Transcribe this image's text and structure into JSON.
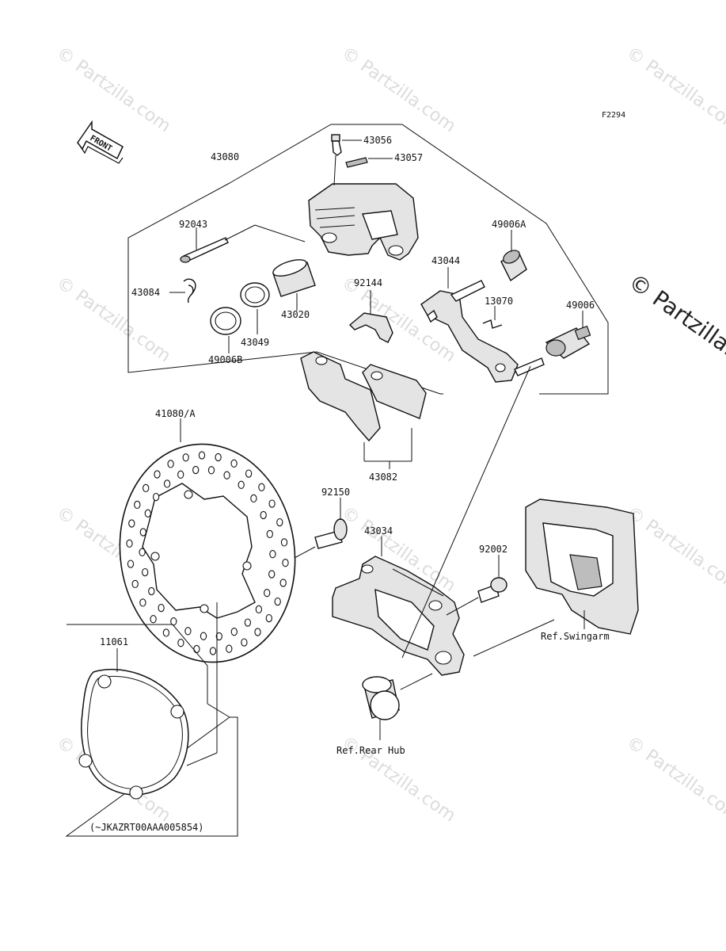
{
  "figure_code": "F2294",
  "front_label": "FRONT",
  "watermark": "© Partzilla.com",
  "watermark_large": "© Partzilla.com",
  "parts": {
    "p43080": "43080",
    "p43056": "43056",
    "p43057": "43057",
    "p92043": "92043",
    "p49006A": "49006A",
    "p43044": "43044",
    "p43084": "43084",
    "p92144": "92144",
    "p13070": "13070",
    "p49006": "49006",
    "p43020": "43020",
    "p43049": "43049",
    "p49006B": "49006B",
    "p41080A": "41080/A",
    "p43082": "43082",
    "p92150": "92150",
    "p43034": "43034",
    "p92002": "92002",
    "p11061": "11061"
  },
  "refs": {
    "swingarm": "Ref.Swingarm",
    "rear_hub": "Ref.Rear Hub"
  },
  "serial_note": "(~JKAZRT00AAA005854)"
}
